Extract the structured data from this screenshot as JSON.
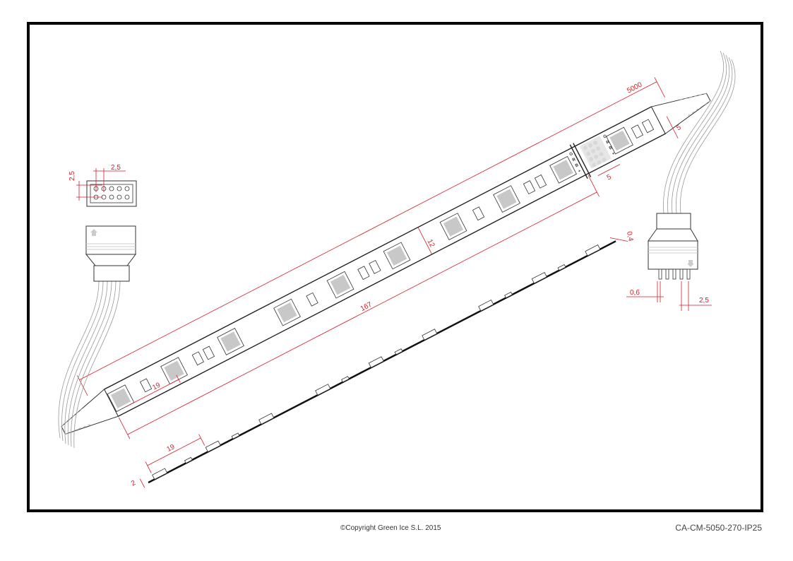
{
  "footer": {
    "copyright": "©Copyright Green Ice S.L. 2015",
    "product_code": "CA-CM-5050-270-IP25"
  },
  "dimensions": {
    "length_total": "5000",
    "width": "12",
    "segment_length": "167",
    "led_pitch": "19",
    "led_pitch_side": "19",
    "thickness": "2",
    "end_width": "5",
    "end_length": "5",
    "pcb_thickness": "0,4",
    "plug_pitch": "2,5",
    "plug_height": "2,5",
    "pin_width": "0,6",
    "pin_pitch": "2,5"
  },
  "pad_labels": [
    "G",
    "R",
    "B",
    "+"
  ],
  "colors": {
    "frame": "#000000",
    "dimension": "#d21e28",
    "outline": "#333333",
    "led": "#c8c8c8"
  }
}
